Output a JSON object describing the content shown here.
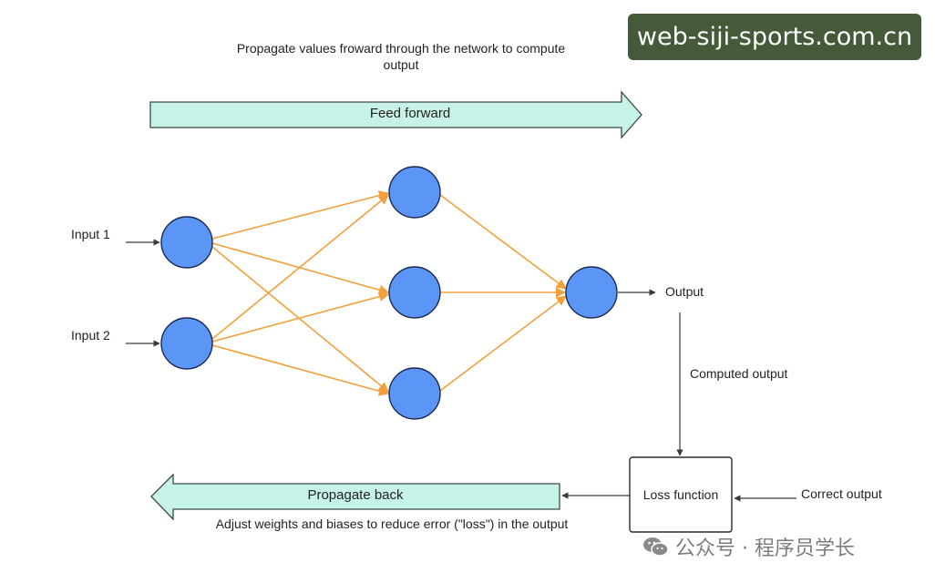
{
  "watermark": {
    "text": "web-siji-sports.com.cn",
    "background": "#445a38",
    "color": "#ffffff"
  },
  "top_caption": "Propagate values froward through the network to compute output",
  "feed_forward_label": "Feed forward",
  "input_labels": [
    "Input 1",
    "Input 2"
  ],
  "output_label": "Output",
  "computed_output_label": "Computed output",
  "loss_function_label": "Loss function",
  "correct_output_label": "Correct output",
  "propagate_back_label": "Propagate back",
  "bottom_caption": "Adjust weights and biases to reduce error (\"loss\") in the output",
  "footer_brand": {
    "icon": "wechat-icon",
    "text": "公众号 · 程序员学长"
  },
  "colors": {
    "node_fill": "#5b95f5",
    "node_stroke": "#1c2a52",
    "connection": "#f3a03c",
    "arrow_fill": "#c7f2e8",
    "arrow_stroke": "#3d4a4a",
    "line": "#3a3a3a"
  },
  "network": {
    "layers": [
      {
        "name": "input",
        "nodes": 2
      },
      {
        "name": "hidden",
        "nodes": 3
      },
      {
        "name": "output",
        "nodes": 1
      }
    ]
  }
}
